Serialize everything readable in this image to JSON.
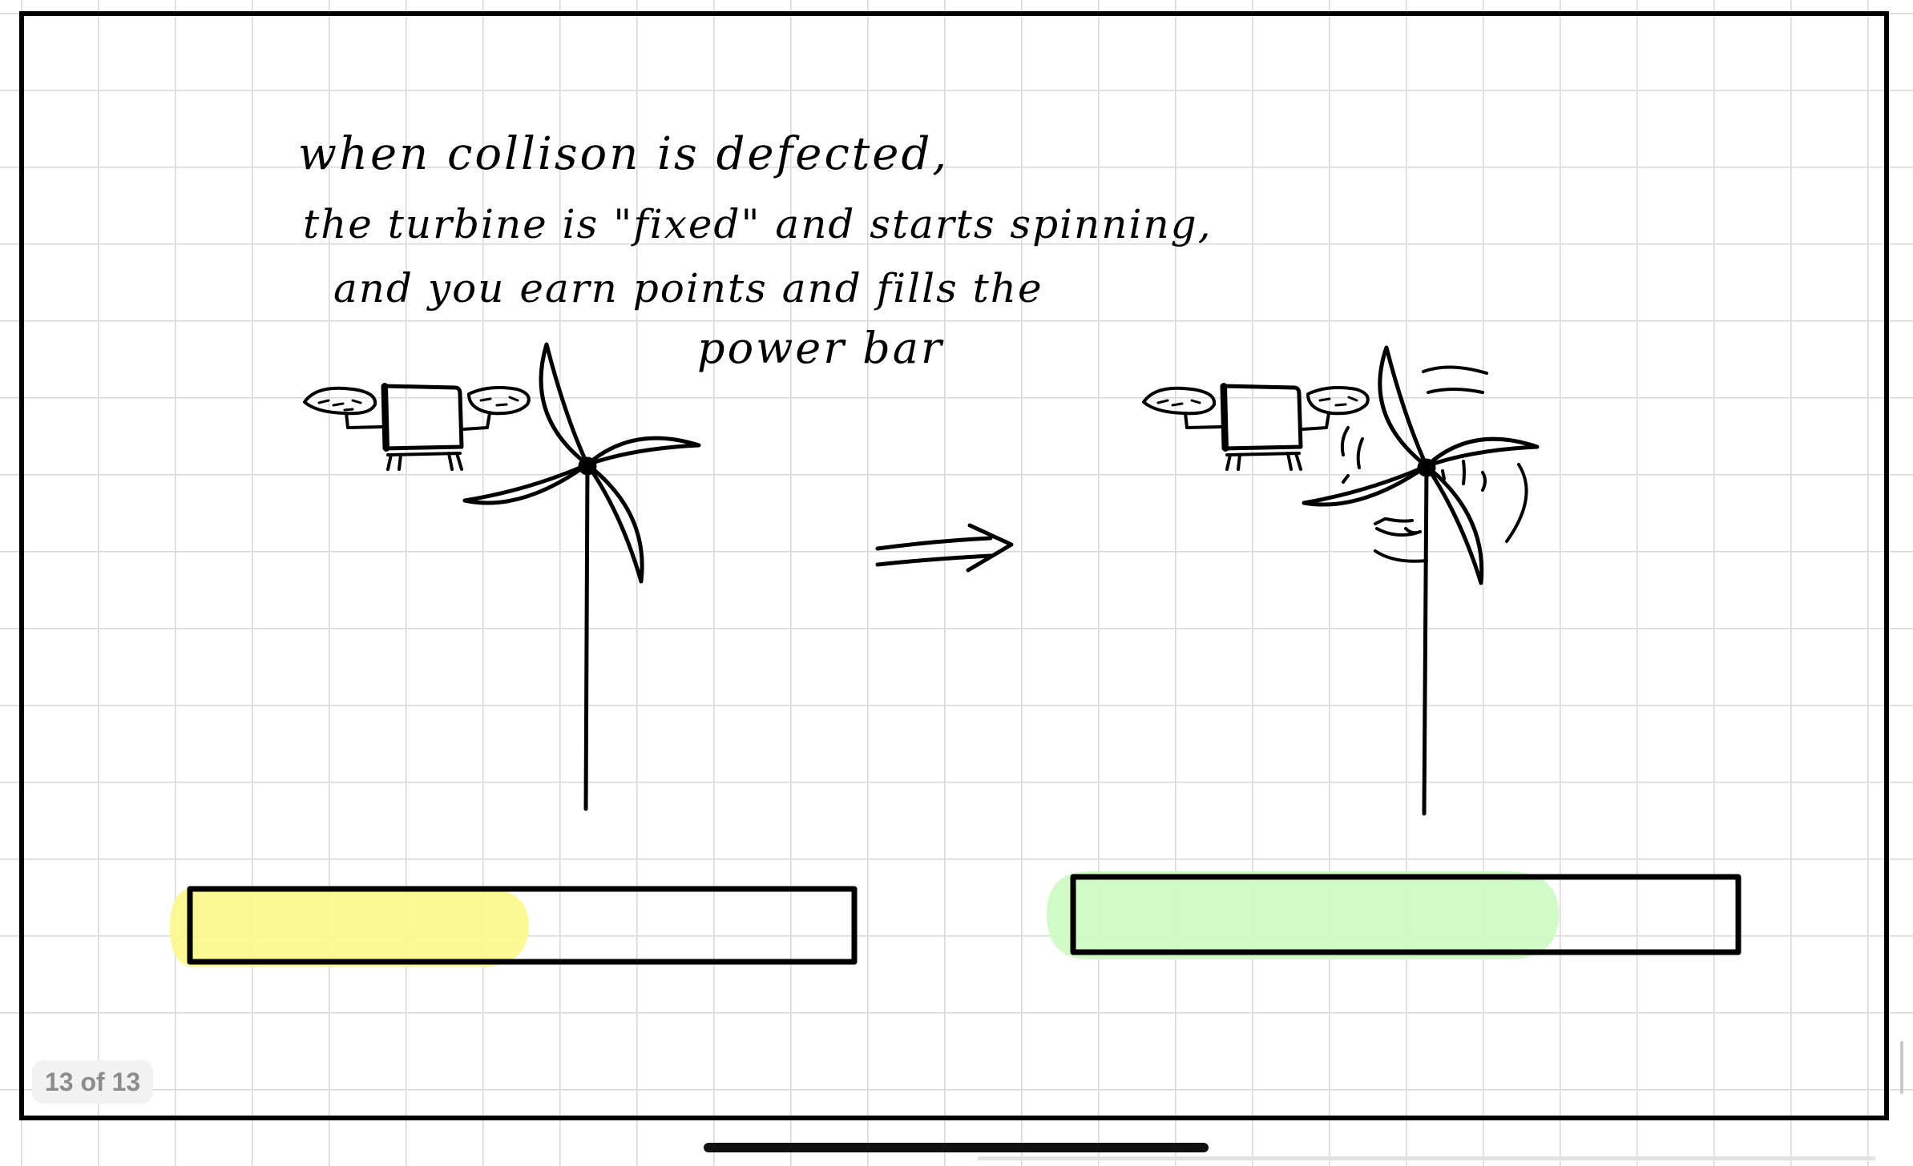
{
  "note": {
    "text_lines": [
      "when collison is defected,",
      "the turbine is \"fixed\" and starts spinning,",
      "and you earn points and fills the",
      "power bar"
    ]
  },
  "sketch": {
    "arrow_icon": "double-arrow-right-icon",
    "before": {
      "drone_icon": "drone-icon",
      "turbine_icon": "wind-turbine-icon",
      "turbine_state": "still",
      "power_bar_fill": 0.5,
      "highlight_color": "#fbf78a"
    },
    "after": {
      "drone_icon": "drone-icon",
      "turbine_icon": "wind-turbine-icon",
      "turbine_state": "spinning",
      "power_bar_fill": 0.73,
      "highlight_color": "#cdfac3"
    }
  },
  "page_indicator": {
    "label": "13 of 13"
  },
  "colors": {
    "ink": "#000000",
    "grid": "#d9d9d9",
    "indicator_text": "#8c8c8c"
  }
}
